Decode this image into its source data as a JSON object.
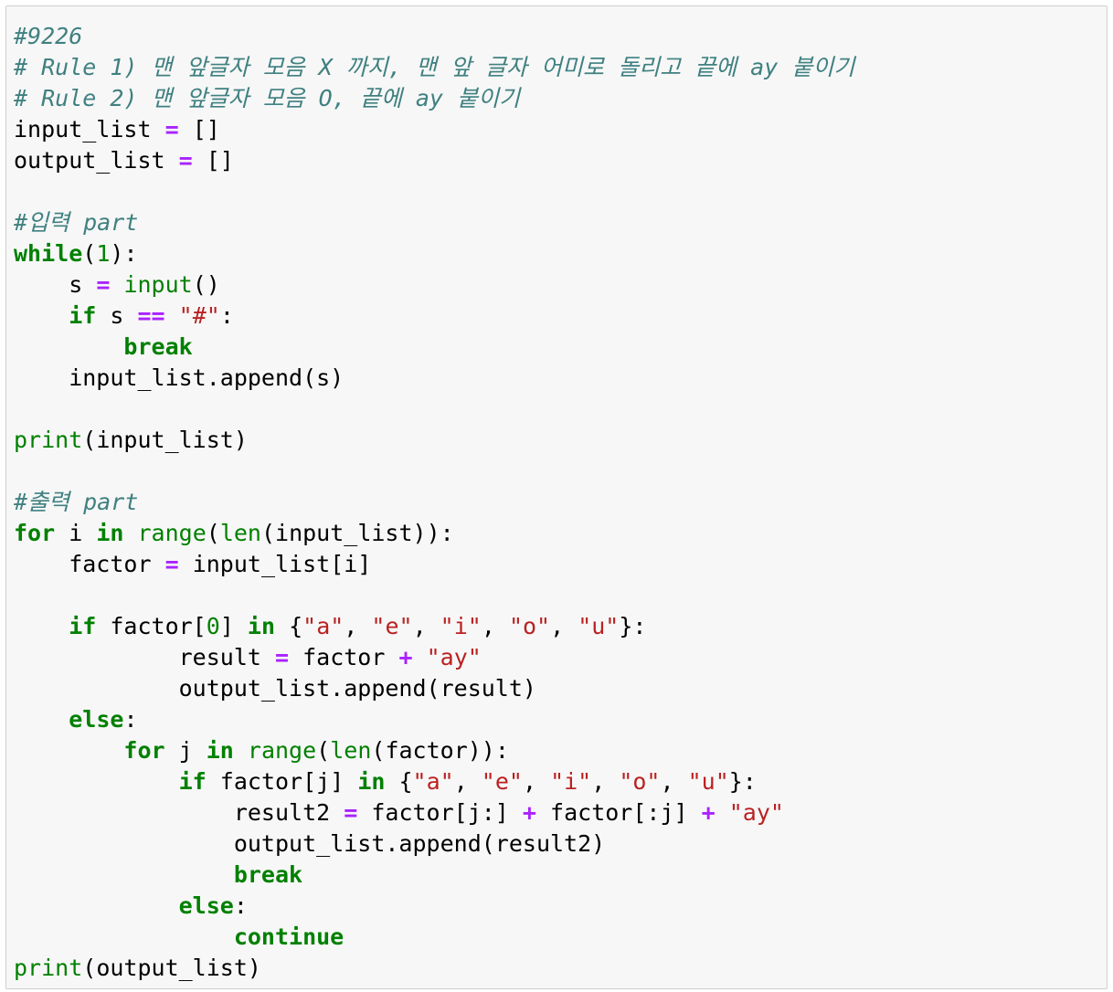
{
  "code_cell": {
    "lines": [
      [
        {
          "t": "#9226",
          "c": "c"
        }
      ],
      [
        {
          "t": "# Rule 1) 맨 앞글자 모음 X 까지, 맨 앞 글자 어미로 돌리고 끝에 ay 붙이기",
          "c": "c"
        }
      ],
      [
        {
          "t": "# Rule 2) 맨 앞글자 모음 O, 끝에 ay 붙이기",
          "c": "c"
        }
      ],
      [
        {
          "t": "input_list ",
          "c": "p"
        },
        {
          "t": "=",
          "c": "o"
        },
        {
          "t": " []",
          "c": "p"
        }
      ],
      [
        {
          "t": "output_list ",
          "c": "p"
        },
        {
          "t": "=",
          "c": "o"
        },
        {
          "t": " []",
          "c": "p"
        }
      ],
      [],
      [
        {
          "t": "#입력 part",
          "c": "c"
        }
      ],
      [
        {
          "t": "while",
          "c": "k"
        },
        {
          "t": "(",
          "c": "p"
        },
        {
          "t": "1",
          "c": "n"
        },
        {
          "t": "):",
          "c": "p"
        }
      ],
      [
        {
          "t": "    s ",
          "c": "p"
        },
        {
          "t": "=",
          "c": "o"
        },
        {
          "t": " ",
          "c": "p"
        },
        {
          "t": "input",
          "c": "b"
        },
        {
          "t": "()",
          "c": "p"
        }
      ],
      [
        {
          "t": "    ",
          "c": "p"
        },
        {
          "t": "if",
          "c": "k"
        },
        {
          "t": " s ",
          "c": "p"
        },
        {
          "t": "==",
          "c": "o"
        },
        {
          "t": " ",
          "c": "p"
        },
        {
          "t": "\"#\"",
          "c": "s"
        },
        {
          "t": ":",
          "c": "p"
        }
      ],
      [
        {
          "t": "        ",
          "c": "p"
        },
        {
          "t": "break",
          "c": "k"
        }
      ],
      [
        {
          "t": "    input_list.append(s)",
          "c": "p"
        }
      ],
      [],
      [
        {
          "t": "print",
          "c": "b"
        },
        {
          "t": "(input_list)",
          "c": "p"
        }
      ],
      [],
      [
        {
          "t": "#출력 part",
          "c": "c"
        }
      ],
      [
        {
          "t": "for",
          "c": "k"
        },
        {
          "t": " i ",
          "c": "p"
        },
        {
          "t": "in",
          "c": "k"
        },
        {
          "t": " ",
          "c": "p"
        },
        {
          "t": "range",
          "c": "b"
        },
        {
          "t": "(",
          "c": "p"
        },
        {
          "t": "len",
          "c": "b"
        },
        {
          "t": "(input_list)):",
          "c": "p"
        }
      ],
      [
        {
          "t": "    factor ",
          "c": "p"
        },
        {
          "t": "=",
          "c": "o"
        },
        {
          "t": " input_list[i]",
          "c": "p"
        }
      ],
      [],
      [
        {
          "t": "    ",
          "c": "p"
        },
        {
          "t": "if",
          "c": "k"
        },
        {
          "t": " factor[",
          "c": "p"
        },
        {
          "t": "0",
          "c": "n"
        },
        {
          "t": "] ",
          "c": "p"
        },
        {
          "t": "in",
          "c": "k"
        },
        {
          "t": " {",
          "c": "p"
        },
        {
          "t": "\"a\"",
          "c": "s"
        },
        {
          "t": ", ",
          "c": "p"
        },
        {
          "t": "\"e\"",
          "c": "s"
        },
        {
          "t": ", ",
          "c": "p"
        },
        {
          "t": "\"i\"",
          "c": "s"
        },
        {
          "t": ", ",
          "c": "p"
        },
        {
          "t": "\"o\"",
          "c": "s"
        },
        {
          "t": ", ",
          "c": "p"
        },
        {
          "t": "\"u\"",
          "c": "s"
        },
        {
          "t": "}:",
          "c": "p"
        }
      ],
      [
        {
          "t": "            result ",
          "c": "p"
        },
        {
          "t": "=",
          "c": "o"
        },
        {
          "t": " factor ",
          "c": "p"
        },
        {
          "t": "+",
          "c": "o"
        },
        {
          "t": " ",
          "c": "p"
        },
        {
          "t": "\"ay\"",
          "c": "s"
        }
      ],
      [
        {
          "t": "            output_list.append(result)",
          "c": "p"
        }
      ],
      [
        {
          "t": "    ",
          "c": "p"
        },
        {
          "t": "else",
          "c": "k"
        },
        {
          "t": ":",
          "c": "p"
        }
      ],
      [
        {
          "t": "        ",
          "c": "p"
        },
        {
          "t": "for",
          "c": "k"
        },
        {
          "t": " j ",
          "c": "p"
        },
        {
          "t": "in",
          "c": "k"
        },
        {
          "t": " ",
          "c": "p"
        },
        {
          "t": "range",
          "c": "b"
        },
        {
          "t": "(",
          "c": "p"
        },
        {
          "t": "len",
          "c": "b"
        },
        {
          "t": "(factor)):",
          "c": "p"
        }
      ],
      [
        {
          "t": "            ",
          "c": "p"
        },
        {
          "t": "if",
          "c": "k"
        },
        {
          "t": " factor[j] ",
          "c": "p"
        },
        {
          "t": "in",
          "c": "k"
        },
        {
          "t": " {",
          "c": "p"
        },
        {
          "t": "\"a\"",
          "c": "s"
        },
        {
          "t": ", ",
          "c": "p"
        },
        {
          "t": "\"e\"",
          "c": "s"
        },
        {
          "t": ", ",
          "c": "p"
        },
        {
          "t": "\"i\"",
          "c": "s"
        },
        {
          "t": ", ",
          "c": "p"
        },
        {
          "t": "\"o\"",
          "c": "s"
        },
        {
          "t": ", ",
          "c": "p"
        },
        {
          "t": "\"u\"",
          "c": "s"
        },
        {
          "t": "}:",
          "c": "p"
        }
      ],
      [
        {
          "t": "                result2 ",
          "c": "p"
        },
        {
          "t": "=",
          "c": "o"
        },
        {
          "t": " factor[j:] ",
          "c": "p"
        },
        {
          "t": "+",
          "c": "o"
        },
        {
          "t": " factor[:j] ",
          "c": "p"
        },
        {
          "t": "+",
          "c": "o"
        },
        {
          "t": " ",
          "c": "p"
        },
        {
          "t": "\"ay\"",
          "c": "s"
        }
      ],
      [
        {
          "t": "                output_list.append(result2)",
          "c": "p"
        }
      ],
      [
        {
          "t": "                ",
          "c": "p"
        },
        {
          "t": "break",
          "c": "k"
        }
      ],
      [
        {
          "t": "            ",
          "c": "p"
        },
        {
          "t": "else",
          "c": "k"
        },
        {
          "t": ":",
          "c": "p"
        }
      ],
      [
        {
          "t": "                ",
          "c": "p"
        },
        {
          "t": "continue",
          "c": "k"
        }
      ],
      [
        {
          "t": "print",
          "c": "b"
        },
        {
          "t": "(output_list)",
          "c": "p"
        }
      ]
    ]
  },
  "colors": {
    "comment": "#408080",
    "keyword": "#008000",
    "operator": "#aa22ff",
    "string": "#ba2121",
    "number": "#008000",
    "builtin": "#008000",
    "cell_background": "#f7f7f7",
    "cell_border": "#cfcfcf"
  }
}
